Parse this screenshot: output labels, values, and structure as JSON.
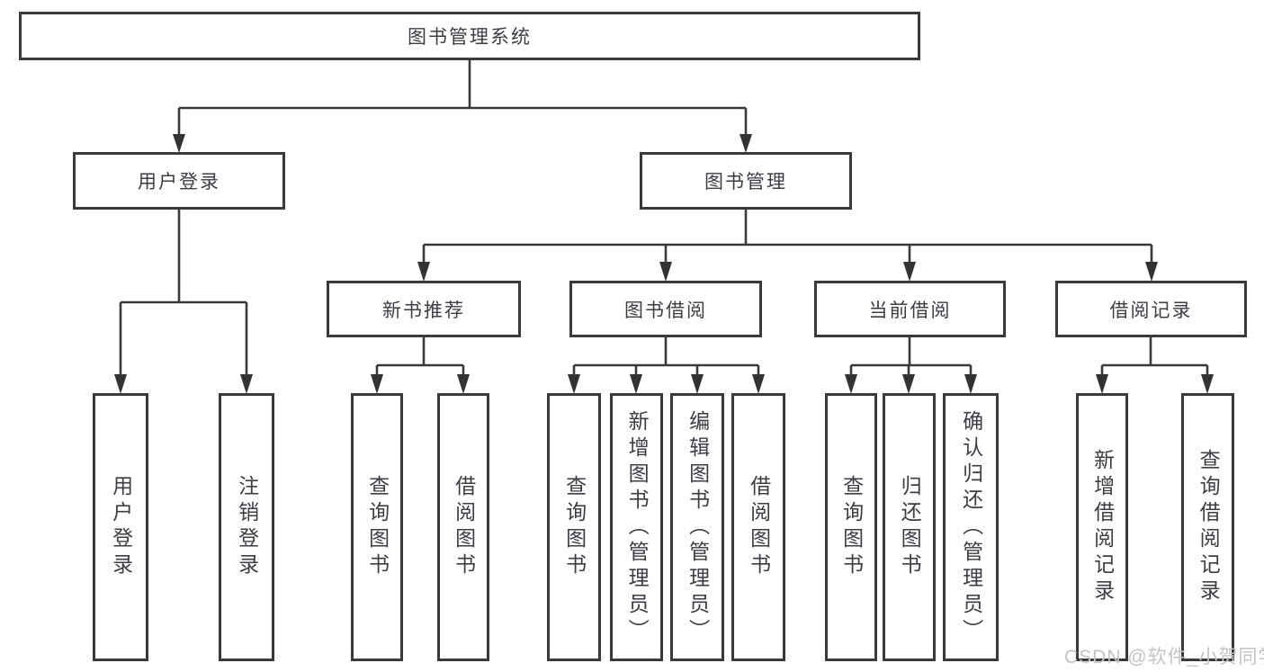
{
  "nodes": {
    "root": {
      "label": "图书管理系统"
    },
    "level2": [
      {
        "label": "用户登录"
      },
      {
        "label": "图书管理"
      }
    ],
    "level3": [
      {
        "label": "新书推荐"
      },
      {
        "label": "图书借阅"
      },
      {
        "label": "当前借阅"
      },
      {
        "label": "借阅记录"
      }
    ],
    "leaves": [
      {
        "label": "用户登录"
      },
      {
        "label": "注销登录"
      },
      {
        "label": "查询图书"
      },
      {
        "label": "借阅图书"
      },
      {
        "label": "查询图书"
      },
      {
        "label": "新增图书（管理员）"
      },
      {
        "label": "编辑图书（管理员）"
      },
      {
        "label": "借阅图书"
      },
      {
        "label": "查询图书"
      },
      {
        "label": "归还图书"
      },
      {
        "label": "确认归还（管理员）"
      },
      {
        "label": "新增借阅记录"
      },
      {
        "label": "查询借阅记录"
      }
    ]
  },
  "watermark": {
    "text": "CSDN @软件_小贺同学"
  },
  "colors": {
    "line": "#3a3a3a",
    "box_border": "#3a3a3a",
    "text": "#3d3d46",
    "watermark": "#c4c4c4",
    "background": "#ffffff"
  }
}
